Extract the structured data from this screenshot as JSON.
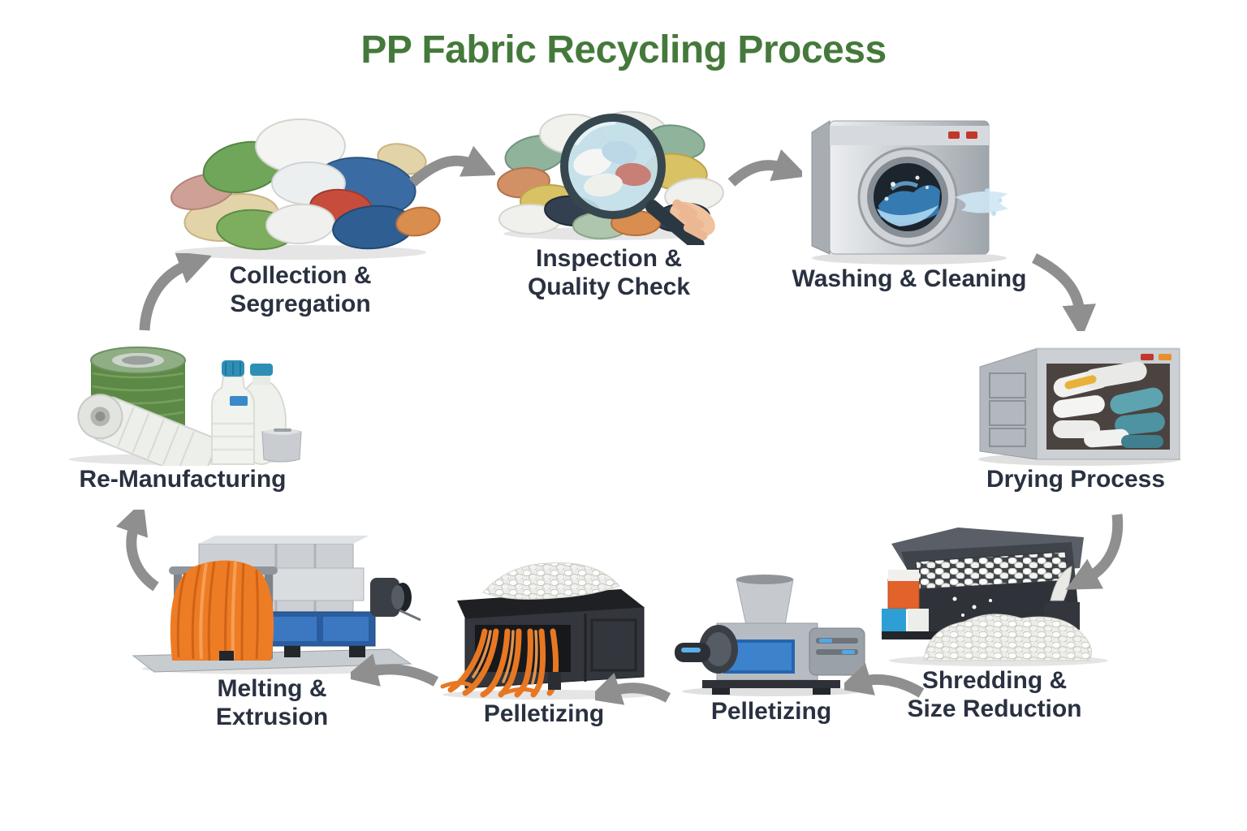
{
  "title": "PP Fabric Recycling Process",
  "colors": {
    "title_green": "#45793b",
    "label_dark": "#2a3140",
    "arrow_gray": "#8f8f8f",
    "background": "#ffffff",
    "accent_orange": "#ee7c25",
    "accent_blue": "#2a5d9e"
  },
  "steps": [
    {
      "key": "collection",
      "line1": "Collection &",
      "line2": "Segregation",
      "icon": "fabric-pile-icon"
    },
    {
      "key": "inspection",
      "line1": "Inspection &",
      "line2": "Quality Check",
      "icon": "magnifier-inspection-icon"
    },
    {
      "key": "washing",
      "line1": "Washing & Cleaning",
      "line2": "",
      "icon": "washing-machine-icon"
    },
    {
      "key": "drying",
      "line1": "Drying Process",
      "line2": "",
      "icon": "drying-oven-icon"
    },
    {
      "key": "shredding",
      "line1": "Shredding &",
      "line2": "Size Reduction",
      "icon": "shredder-icon"
    },
    {
      "key": "pelletizing-a",
      "line1": "Pelletizing",
      "line2": "",
      "icon": "pelletizer-machine-icon"
    },
    {
      "key": "pelletizing-b",
      "line1": "Pelletizing",
      "line2": "",
      "icon": "pellet-extruder-icon"
    },
    {
      "key": "melting",
      "line1": "Melting &",
      "line2": "Extrusion",
      "icon": "extrusion-machine-icon"
    },
    {
      "key": "remanufacturing",
      "line1": "Re-Manufacturing",
      "line2": "",
      "icon": "recycled-products-icon"
    }
  ],
  "arrows": [
    "collection-to-inspection",
    "inspection-to-washing",
    "washing-to-drying",
    "drying-to-shredding",
    "shredding-to-pelletizing",
    "pelletizing-to-pelletizing",
    "pelletizing-to-melting",
    "melting-to-remanufacturing",
    "remanufacturing-to-collection"
  ]
}
